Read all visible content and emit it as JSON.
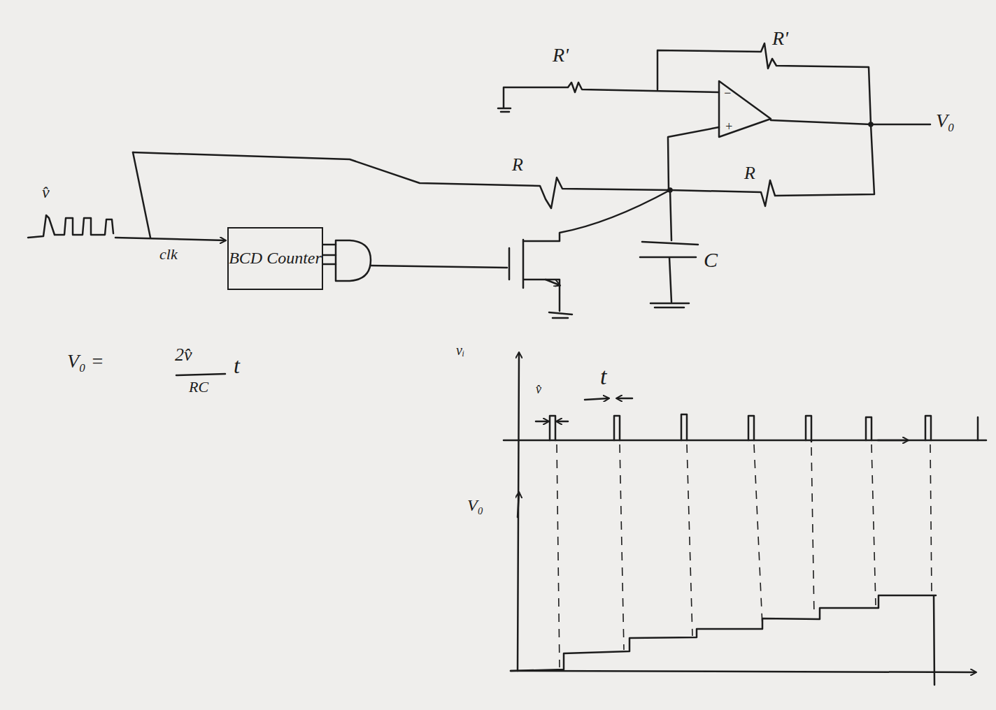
{
  "diagram": {
    "nodes": [
      {
        "text": [
          "BCD Counter"
        ]
      }
    ],
    "edges": [],
    "labels": [
      "R'",
      "R'",
      "−",
      "+",
      "V₀",
      "R",
      "R",
      "C",
      "v̂",
      "clk",
      "V₀ =",
      "2v̂",
      "RC",
      "t",
      "vᵢ",
      "v̂",
      "t",
      "V₀"
    ]
  }
}
